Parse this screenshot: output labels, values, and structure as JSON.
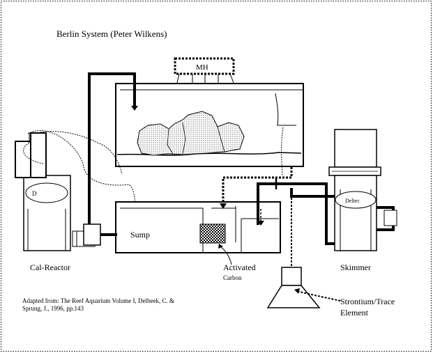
{
  "title": "Berlin System (Peter Wilkens)",
  "labels": {
    "mh": "MH",
    "sump": "Sump",
    "deltec": "Deltec",
    "reactor_mark": "D",
    "cal_reactor": "Cal-Reactor",
    "skimmer": "Skimmer",
    "activated": "Activated",
    "carbon": "Carbon",
    "strontium_line1": "Strontium/Trace",
    "strontium_line2": "Element"
  },
  "credit": {
    "line1": "Adapted from: The Reef Aquarium Volume I, Delbeek, C. &",
    "line2": "Sprung, J., 1996, pp.143"
  },
  "colors": {
    "ink": "#000000",
    "background": "#ffffff"
  }
}
